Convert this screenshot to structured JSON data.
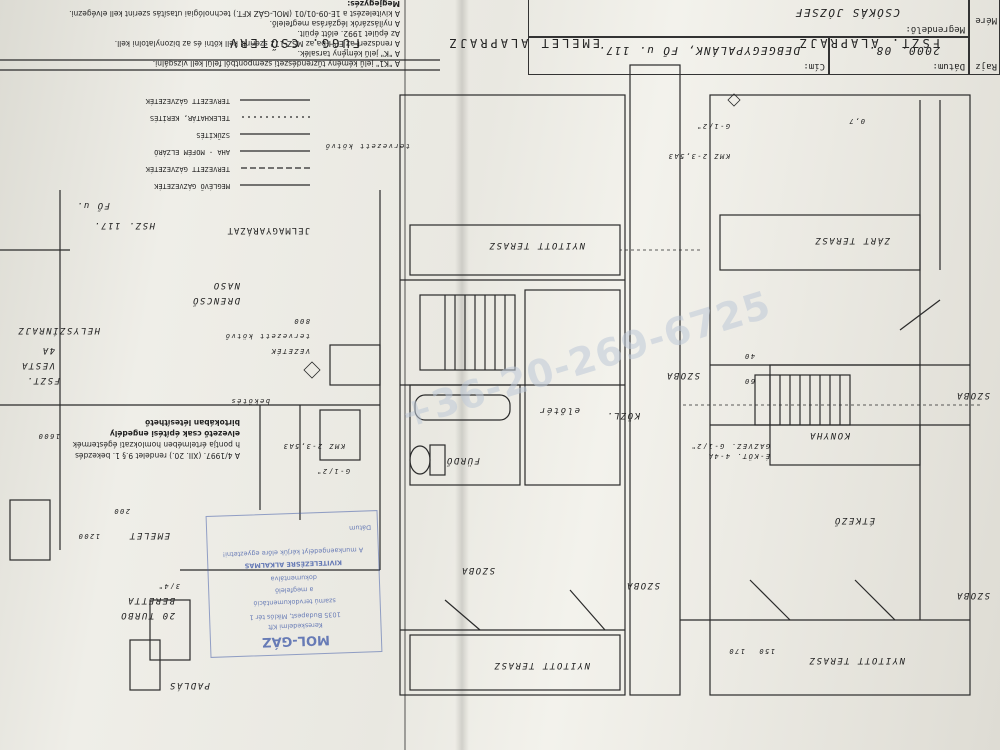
{
  "title_block": {
    "datum_label": "Dátum:",
    "datum_value": "2000. 08.",
    "cim_label": "Cím:",
    "cim_value": "DEBGEGYPALÁNK, FŐ u. 117.",
    "megrendelo_label": "Megrendelő:",
    "megrendelo_value": "CSÓKÁS JÓZSEF",
    "rajz_label": "Rajz",
    "mere_label": "Mére"
  },
  "notes_title": "Megjegyzés:",
  "notes": [
    "A kivitelezést a 1E-09-01/01 (MOL-GÁZ KFT.) technológiai utasítás szerint kell elvégezni.",
    "A nyílászárók légzárása megfelelő.",
    "Az épület 1992. előtt épült.",
    "A rendszert az EPH-ba az MSZ-172 szerinti kell kötni és az bizonylatolni kell.",
    "A \"K\" jelű kémény tarsalék.",
    "A \"K1\" jelű kémény tűzrendészeti szempontból felül kell vizsgálni."
  ],
  "legend_title": "JELMAGYARÁZAT",
  "legend": [
    "MEGLÉVŐ GÁZVEZETÉK",
    "TERVEZETT GÁZVEZETÉK",
    "AHA - MOFÉM ELZÁRÓ",
    "SZŰKÍTÉS",
    "TELEKHATÁR, KERÍTÉS",
    "TERVEZETT GÁZVEZETÉK"
  ],
  "stamp": {
    "logo": "MOL-GÁZ",
    "line1": "Kereskedelmi Kft",
    "line2": "1035 Budapest, Miklós tér 1",
    "line3": "szamú tervdokumentáció",
    "line4": "a megfelelő",
    "line5": "dokumentálva",
    "line6": "KIVITELEZÉSRE ALKALMAS",
    "line7": "A munkaengedélyt kérjük előre egyeztetni!",
    "date_label": "Dátum"
  },
  "regulation": [
    "A 4/1997. (XII. 20.) rendelet 9.§ 1. bekezdés",
    "h pontja értelmében homlokzati égéstermék",
    "elvezető csak építési engedély",
    "birtokában létesíthető"
  ],
  "watermark": "+36-20-269-6725",
  "plan_titles": {
    "fszt": "FSZT. ALAPRAJZ",
    "emelet": "EMELET ALAPRAJZ",
    "fugg": "FÜGG. CSŐTERV"
  },
  "rooms": {
    "nyitott_terasz": "NYITOTT TERASZ",
    "zart_terasz": "ZÁRT TERASZ",
    "szoba": "SZOBA",
    "konyha": "KONYHA",
    "etkezo": "ÉTKEZŐ",
    "eloter": "előtér",
    "furdo": "FÜRDŐ",
    "kozl": "KÖZL."
  },
  "pipe_labels": {
    "fo_u": "FŐ u.",
    "hsz": "HSZ. 117.",
    "vesta": "VESTA",
    "va_4": "4A",
    "helyszinrajz": "HELYSZÍNRAJZ",
    "fszt_short": "FSZT.",
    "emelet_short": "EMELET",
    "beretta": "BERETTA",
    "turbo": "20 TURBO",
    "naso": "NASO",
    "dreno": "DRENCSŐ",
    "tervezett_kotvo": "tervezett kötvő",
    "kmz": "KMZ 2-3,5A3",
    "c_1_2": "G-1/2\"",
    "padlas": "PADLÁS",
    "d_400": "1600",
    "d_200": "200",
    "d_120": "1200",
    "d_800": "800",
    "d_40": "40",
    "d_60": "60",
    "d_150": "150",
    "d_170": "170",
    "d_07": "0,7",
    "d_32": "3/4\"",
    "vezetek": "VEZETÉK",
    "bekotes": "bekötés",
    "egyeb": "GAZVEZ. G-1/2\"",
    "ekotes": "É-KÖT. 4-4A"
  }
}
